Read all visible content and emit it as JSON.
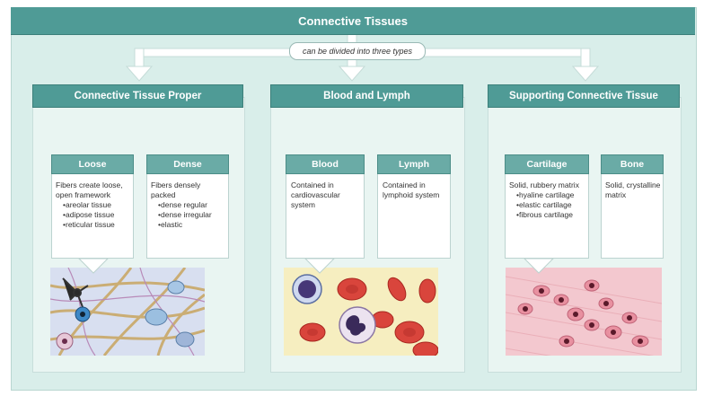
{
  "title": "Connective Tissues",
  "connector_label": "can be divided into three types",
  "columns": [
    {
      "title": "Connective Tissue Proper",
      "subtypes": [
        {
          "title": "Loose",
          "description": "Fibers create loose, open framework",
          "items": [
            "areolar tissue",
            "adipose tissue",
            "reticular tissue"
          ]
        },
        {
          "title": "Dense",
          "description": "Fibers densely packed",
          "items": [
            "dense regular",
            "dense irregular",
            "elastic"
          ]
        }
      ]
    },
    {
      "title": "Blood and Lymph",
      "subtypes": [
        {
          "title": "Blood",
          "description": "Contained in cardiovascular system",
          "items": []
        },
        {
          "title": "Lymph",
          "description": "Contained in lymphoid system",
          "items": []
        }
      ]
    },
    {
      "title": "Supporting Connective Tissue",
      "subtypes": [
        {
          "title": "Cartilage",
          "description": "Solid, rubbery matrix",
          "items": [
            "hyaline cartilage",
            "elastic cartilage",
            "fibrous cartilage"
          ]
        },
        {
          "title": "Bone",
          "description": "Solid, crystalline matrix",
          "items": []
        }
      ]
    }
  ],
  "colors": {
    "header": "#4f9b96",
    "subheader": "#6aaba6",
    "panel": "#d9eeea",
    "arrow": "#ffffff"
  },
  "icons": [
    "loose-connective-tissue-micrograph",
    "blood-cells-micrograph",
    "cartilage-micrograph"
  ]
}
